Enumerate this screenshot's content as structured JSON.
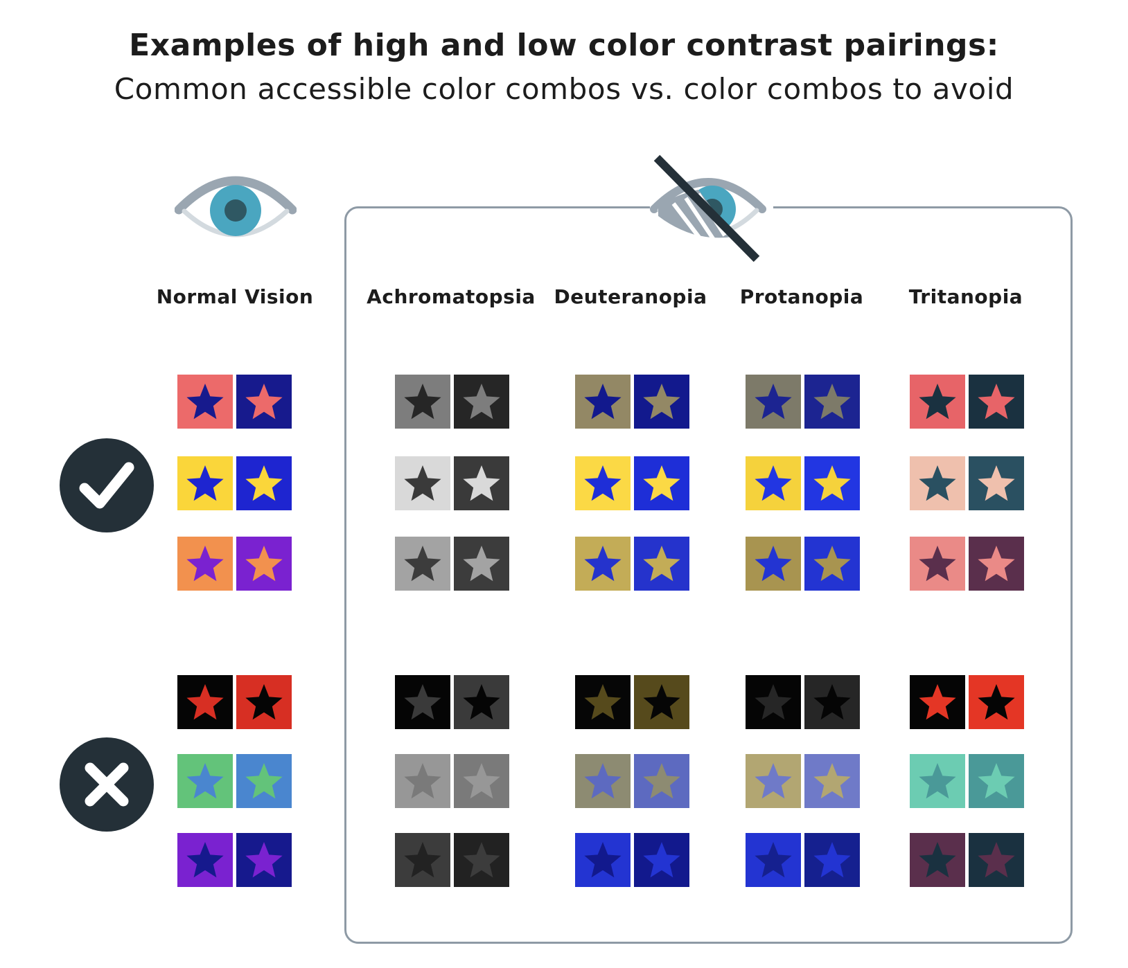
{
  "title": "Examples of high and low color contrast pairings:",
  "subtitle": "Common accessible color combos vs. color combos to avoid",
  "columns": [
    "Normal Vision",
    "Achromatopsia",
    "Deuteranopia",
    "Protanopia",
    "Tritanopia"
  ],
  "icons": {
    "normal": "eye-icon",
    "impaired": "crossed-eye-icon",
    "good": "checkmark-icon",
    "bad": "x-mark-icon"
  },
  "colors": {
    "badge": "#243038",
    "panel_border": "#8e9aa5",
    "eye_iris": "#4aa6c0",
    "eye_pupil": "#2f5863",
    "eye_outline": "#a9b3bb"
  },
  "groups": [
    {
      "name": "accessible",
      "pairs": [
        [
          [
            [
              "#ec6a6a",
              "#171a8d"
            ],
            [
              "#171a8d",
              "#ec6a6a"
            ]
          ],
          [
            [
              "#7d7d7d",
              "#262626"
            ],
            [
              "#262626",
              "#7d7d7d"
            ]
          ],
          [
            [
              "#938865",
              "#12198d"
            ],
            [
              "#12198d",
              "#938865"
            ]
          ],
          [
            [
              "#7d7a69",
              "#1c2491"
            ],
            [
              "#1c2491",
              "#7d7a69"
            ]
          ],
          [
            [
              "#e76468",
              "#1a3140"
            ],
            [
              "#1a3140",
              "#e76468"
            ]
          ]
        ],
        [
          [
            [
              "#fad63a",
              "#1e25d0"
            ],
            [
              "#1e25d0",
              "#fad63a"
            ]
          ],
          [
            [
              "#d9d9d9",
              "#3a3a3a"
            ],
            [
              "#3a3a3a",
              "#d9d9d9"
            ]
          ],
          [
            [
              "#fbd945",
              "#1e2ed7"
            ],
            [
              "#1e2ed7",
              "#fbd945"
            ]
          ],
          [
            [
              "#f5d23c",
              "#2236e2"
            ],
            [
              "#2236e2",
              "#f5d23c"
            ]
          ],
          [
            [
              "#efc0ad",
              "#2a5061"
            ],
            [
              "#2a5061",
              "#efc0ad"
            ]
          ]
        ],
        [
          [
            [
              "#f2914e",
              "#7a22d0"
            ],
            [
              "#7a22d0",
              "#f2914e"
            ]
          ],
          [
            [
              "#a3a3a3",
              "#3c3c3c"
            ],
            [
              "#3c3c3c",
              "#a3a3a3"
            ]
          ],
          [
            [
              "#c3ac57",
              "#2533cc"
            ],
            [
              "#2533cc",
              "#c3ac57"
            ]
          ],
          [
            [
              "#a89450",
              "#2334d2"
            ],
            [
              "#2334d2",
              "#a89450"
            ]
          ],
          [
            [
              "#ea8a87",
              "#5a2f4c"
            ],
            [
              "#5a2f4c",
              "#ea8a87"
            ]
          ]
        ]
      ]
    },
    {
      "name": "avoid",
      "pairs": [
        [
          [
            [
              "#050505",
              "#d72f23"
            ],
            [
              "#d72f23",
              "#050505"
            ]
          ],
          [
            [
              "#050505",
              "#3a3a3a"
            ],
            [
              "#3a3a3a",
              "#050505"
            ]
          ],
          [
            [
              "#060606",
              "#564a1c"
            ],
            [
              "#564a1c",
              "#060606"
            ]
          ],
          [
            [
              "#050505",
              "#262626"
            ],
            [
              "#262626",
              "#050505"
            ]
          ],
          [
            [
              "#050505",
              "#e43625"
            ],
            [
              "#e43625",
              "#050505"
            ]
          ]
        ],
        [
          [
            [
              "#63c37a",
              "#4a86cf"
            ],
            [
              "#4a86cf",
              "#63c37a"
            ]
          ],
          [
            [
              "#979797",
              "#7a7a7a"
            ],
            [
              "#7a7a7a",
              "#979797"
            ]
          ],
          [
            [
              "#8d8b72",
              "#5d6ac0"
            ],
            [
              "#5d6ac0",
              "#8d8b72"
            ]
          ],
          [
            [
              "#b2a672",
              "#6f7ac8"
            ],
            [
              "#6f7ac8",
              "#b2a672"
            ]
          ],
          [
            [
              "#6cccb2",
              "#4a9998"
            ],
            [
              "#4a9998",
              "#6cccb2"
            ]
          ]
        ],
        [
          [
            [
              "#7a22d0",
              "#16198d"
            ],
            [
              "#16198d",
              "#7a22d0"
            ]
          ],
          [
            [
              "#3c3c3c",
              "#222222"
            ],
            [
              "#222222",
              "#3c3c3c"
            ]
          ],
          [
            [
              "#2334d2",
              "#12198d"
            ],
            [
              "#12198d",
              "#2334d2"
            ]
          ],
          [
            [
              "#2334d2",
              "#15208f"
            ],
            [
              "#15208f",
              "#2334d2"
            ]
          ],
          [
            [
              "#5a2f4c",
              "#1a3140"
            ],
            [
              "#1a3140",
              "#5a2f4c"
            ]
          ]
        ]
      ]
    }
  ]
}
